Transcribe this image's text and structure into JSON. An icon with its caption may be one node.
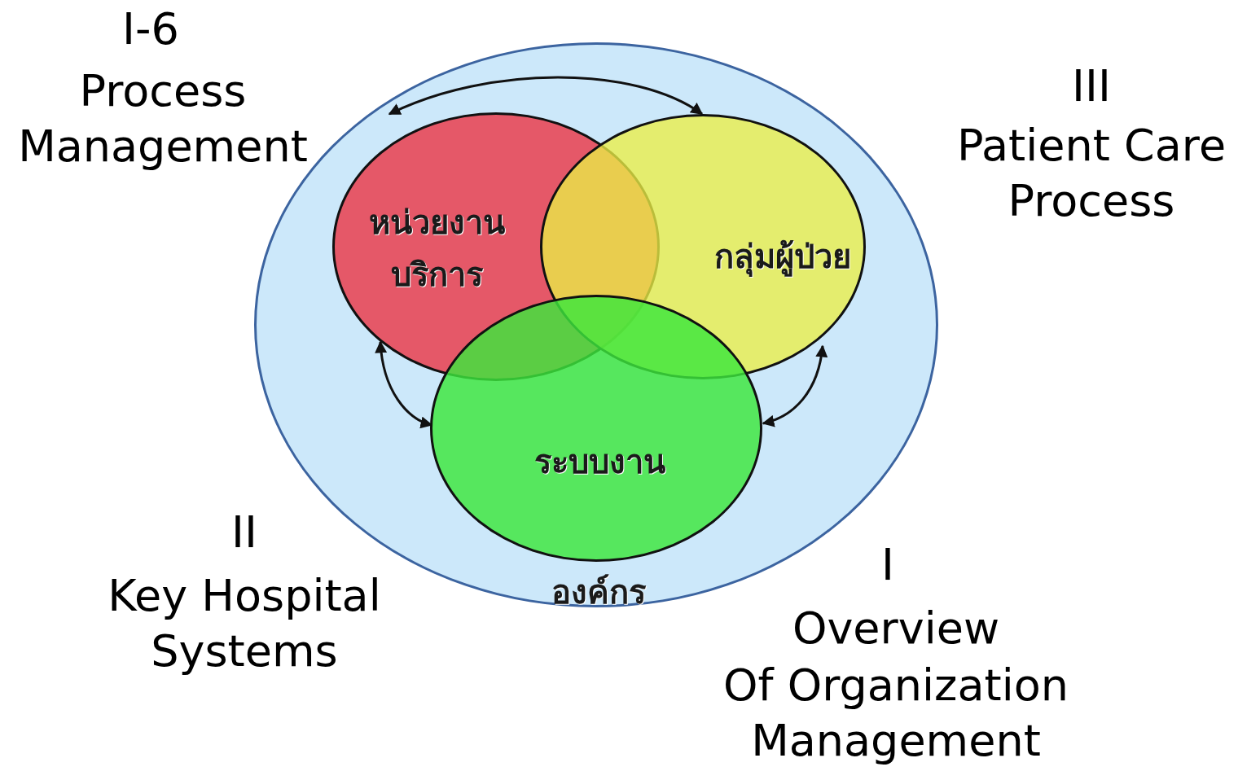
{
  "diagram": {
    "nodes": [
      {
        "text": [
          "องค์กร"
        ]
      },
      {
        "text": [
          "หน่วยงานบริการ"
        ],
        "in": 0
      },
      {
        "text": [
          "กลุ่มผู้ป่วย"
        ],
        "in": 0
      },
      {
        "text": [
          "ระบบงาน"
        ],
        "in": 0
      }
    ],
    "edges": [
      {
        "from": 1,
        "to": 2,
        "arrow": "both"
      },
      {
        "from": 1,
        "to": 3,
        "arrow": "both"
      },
      {
        "from": 2,
        "to": 3,
        "arrow": "both"
      }
    ],
    "labels": [
      "I-6",
      "Process Management",
      "III",
      "Patient Care Process",
      "II",
      "Key Hospital Systems",
      "I",
      "Overview",
      "Of Organization Management"
    ]
  }
}
